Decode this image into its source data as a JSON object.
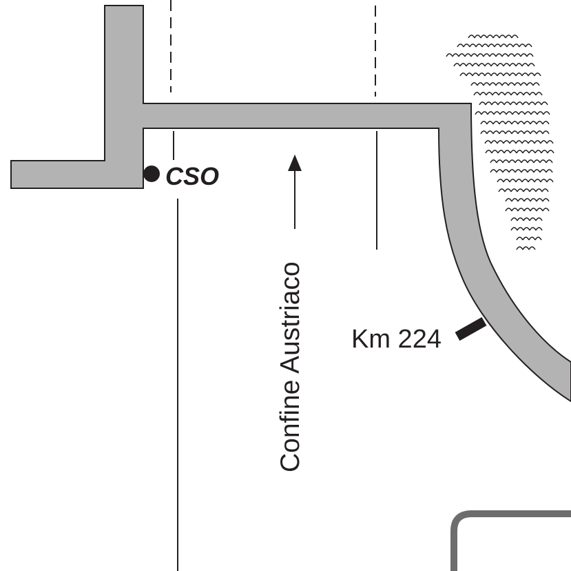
{
  "labels": {
    "station": "CSO",
    "border": "Confine Austriaco",
    "kilometre": "Km 224"
  },
  "colors": {
    "track_fill": "#b3b3b3",
    "outline": "#231f20",
    "lower_line": "#6d6d6d",
    "background": "#ffffff"
  },
  "icons": [
    "station-dot-icon",
    "direction-arrow-icon",
    "km-marker-icon",
    "forest-hatching-icon"
  ]
}
